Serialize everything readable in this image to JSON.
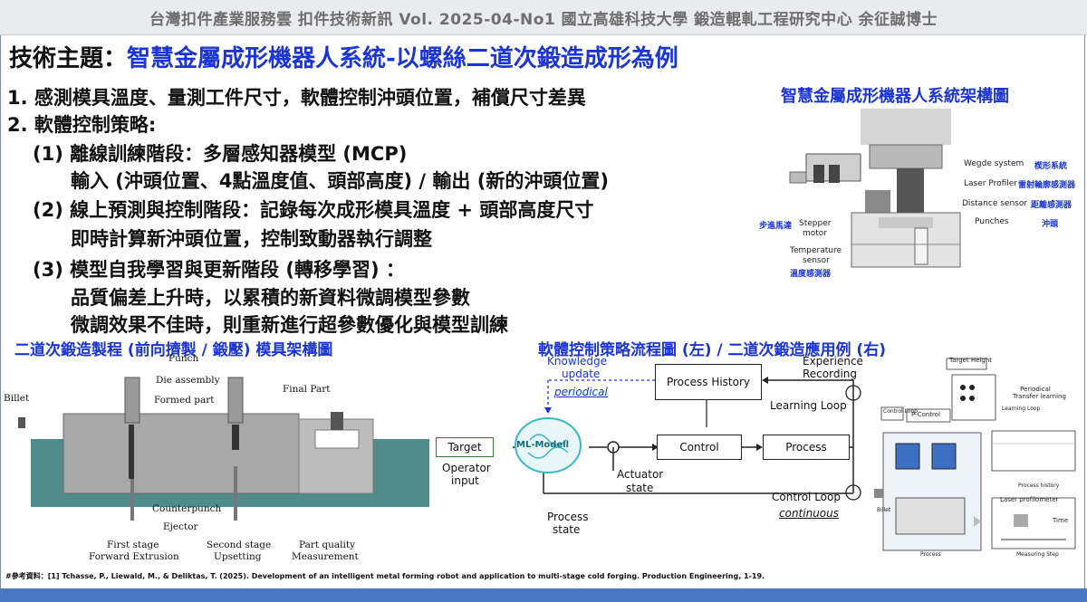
{
  "header": "台灣扣件產業服務雲 扣件技術新訊 Vol. 2025-04-No1 國立高雄科技大學 鍛造輥軋工程研究中心 余征誠博士",
  "topic": {
    "label": "技術主題：",
    "title": "智慧金屬成形機器人系統-以螺絲二道次鍛造成形為例"
  },
  "bullets": {
    "p1": "1. 感測模具溫度、量測工件尺寸，軟體控制沖頭位置，補償尺寸差異",
    "p2": "2. 軟體控制策略:",
    "s1": "(1) 離線訓練階段：多層感知器模型 (MCP)",
    "s1a": "輸入 (沖頭位置、4點溫度值、頭部高度) / 輸出 (新的沖頭位置)",
    "s2": "(2) 線上預測與控制階段：記錄每次成形模具溫度 + 頭部高度尺寸",
    "s2a": "即時計算新沖頭位置，控制致動器執行調整",
    "s3": "(3) 模型自我學習與更新階段 (轉移學習) ：",
    "s3a": "品質偏差上升時，以累積的新資料微調模型參數",
    "s3b": "微調效果不佳時，則重新進行超參數優化與模型訓練"
  },
  "system_figure": {
    "title": "智慧金屬成形機器人系統架構圖",
    "wedge": "Wegde system",
    "wedge_zh": "楔形系統",
    "laser": "Laser Profiler",
    "laser_zh": "雷射輪廓感測器",
    "distance": "Distance sensor",
    "distance_zh": "距離感測器",
    "punches": "Punches",
    "punches_zh": "沖頭",
    "stepper_zh": "步進馬達",
    "stepper1": "Stepper",
    "stepper2": "motor",
    "temp1": "Temperature",
    "temp2": "sensor",
    "temp_zh": "溫度感測器"
  },
  "die_figure": {
    "title": "二道次鍛造製程 (前向擠製 / 鍛壓) 模具架構圖",
    "punch": "Punch",
    "die_assembly": "Die assembly",
    "formed_part": "Formed part",
    "billet": "Billet",
    "final_part": "Final Part",
    "counterpunch": "Counterpunch",
    "ejector": "Ejector",
    "stage1a": "First stage",
    "stage1b": "Forward Extrusion",
    "stage2a": "Second stage",
    "stage2b": "Upsetting",
    "stage3a": "Part quality",
    "stage3b": "Measurement"
  },
  "flow": {
    "title": "軟體控制策略流程圖 (左) / 二道次鍛造應用例 (右)",
    "knowledge1": "Knowledge",
    "knowledge2": "update",
    "periodical": "periodical",
    "process_history": "Process History",
    "experience1": "Experience",
    "experience2": "Recording",
    "learning_loop": "Learning Loop",
    "target": "Target",
    "operator1": "Operator",
    "operator2": "input",
    "ml": "ML-Modell",
    "control": "Control",
    "process": "Process",
    "actuator1": "Actuator",
    "actuator2": "state",
    "control_loop": "Control Loop",
    "continuous": "continuous",
    "pstate1": "Process",
    "pstate2": "state"
  },
  "app": {
    "target_height": "Target Height",
    "periodical_tl": "Periodical",
    "transfer_learning": "Transfer learning",
    "learning_loop": "Learning Loop",
    "control_loop": "Control Loop",
    "p_control": "P-Control",
    "process_history": "Process history",
    "laser_profilometer": "Laser profilometer",
    "time": "Time",
    "process": "Process",
    "measuring_step": "Measuring Step",
    "billet": "Billet"
  },
  "reference": "#參考資料：[1] Tchasse, P., Liewald, M., & Deliktas, T. (2025). Development of an intelligent metal forming robot and application to multi-stage cold forging. Production Engineering, 1-19.",
  "colors": {
    "accent": "#1a34d6",
    "footer": "#4a78c2",
    "header_bg": "#e9ebee",
    "target_box": "#2f7d3a"
  }
}
